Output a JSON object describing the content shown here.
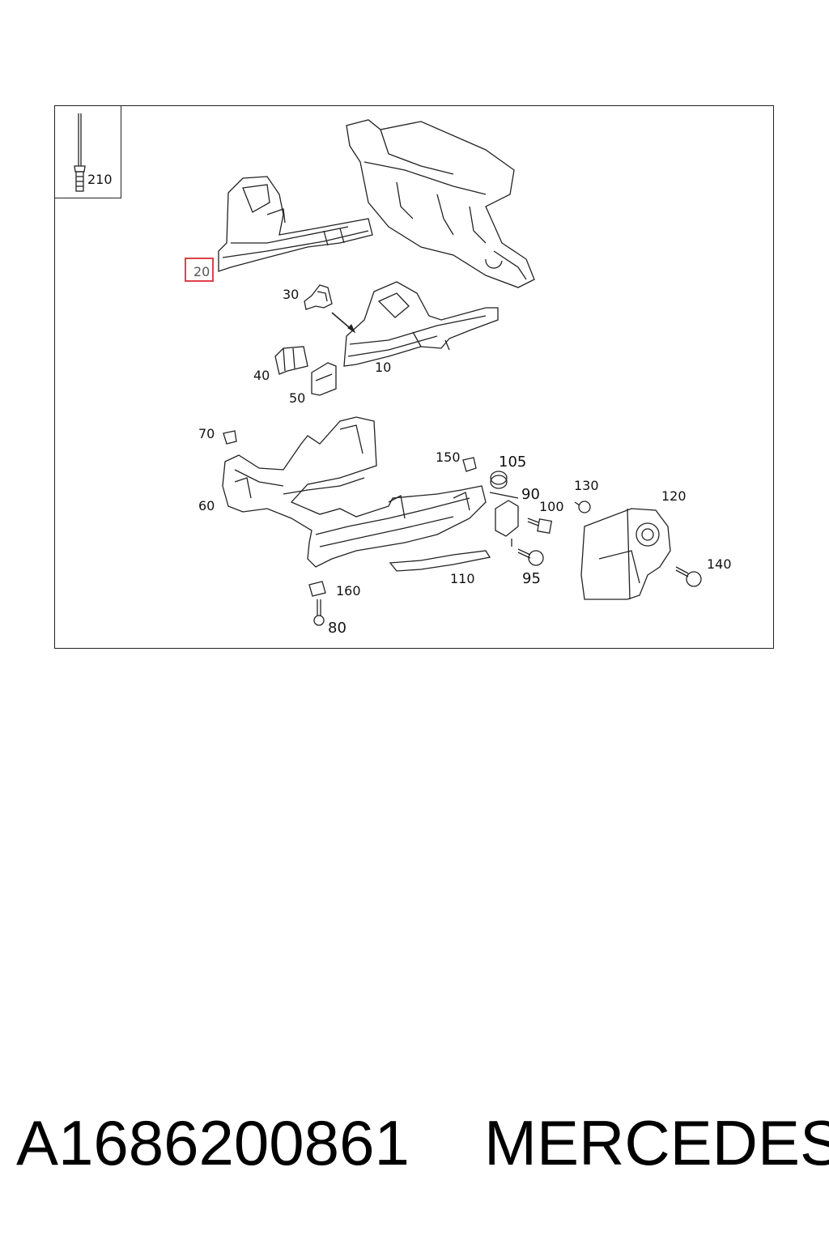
{
  "inset": {
    "label": "210"
  },
  "callouts": {
    "c10": "10",
    "c20": "20",
    "c30": "30",
    "c40": "40",
    "c50": "50",
    "c60": "60",
    "c70": "70",
    "c80": "80",
    "c90": "90",
    "c95": "95",
    "c100": "100",
    "c105": "105",
    "c110": "110",
    "c120": "120",
    "c130": "130",
    "c140": "140",
    "c150": "150",
    "c160": "160"
  },
  "highlighted_part": "20",
  "highlight_color": "#e0404a",
  "footer": {
    "part_number": "A1686200861",
    "brand": "MERCEDES"
  }
}
